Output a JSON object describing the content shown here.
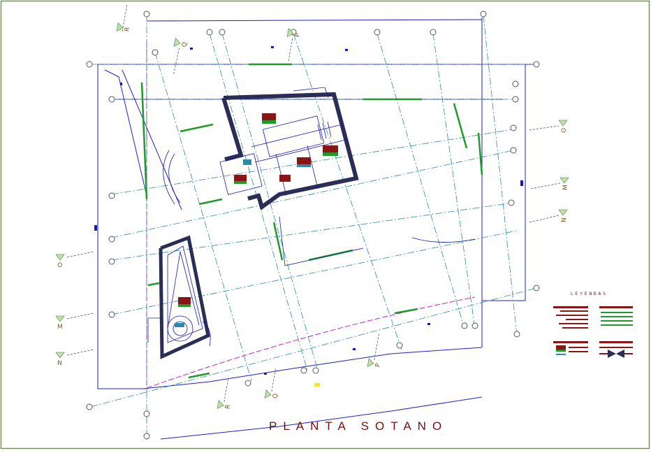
{
  "drawing": {
    "title": "PLANTA SOTANO",
    "legend_title": "LEYENDAS",
    "section_marks": [
      "R",
      "Q",
      "O",
      "M",
      "N",
      "P",
      "Q",
      "R"
    ],
    "colors": {
      "frame": "#6a9a3a",
      "wall": "#2a2d55",
      "axis": "#2b8aa8",
      "property_line": "#c026c0",
      "outline": "#2020c0",
      "annotation_green": "#1f9a2a",
      "section_text": "#7a5a1a",
      "dimension": "#1a1ab0",
      "marker": "#555555",
      "legend_red": "#8a1515"
    }
  }
}
